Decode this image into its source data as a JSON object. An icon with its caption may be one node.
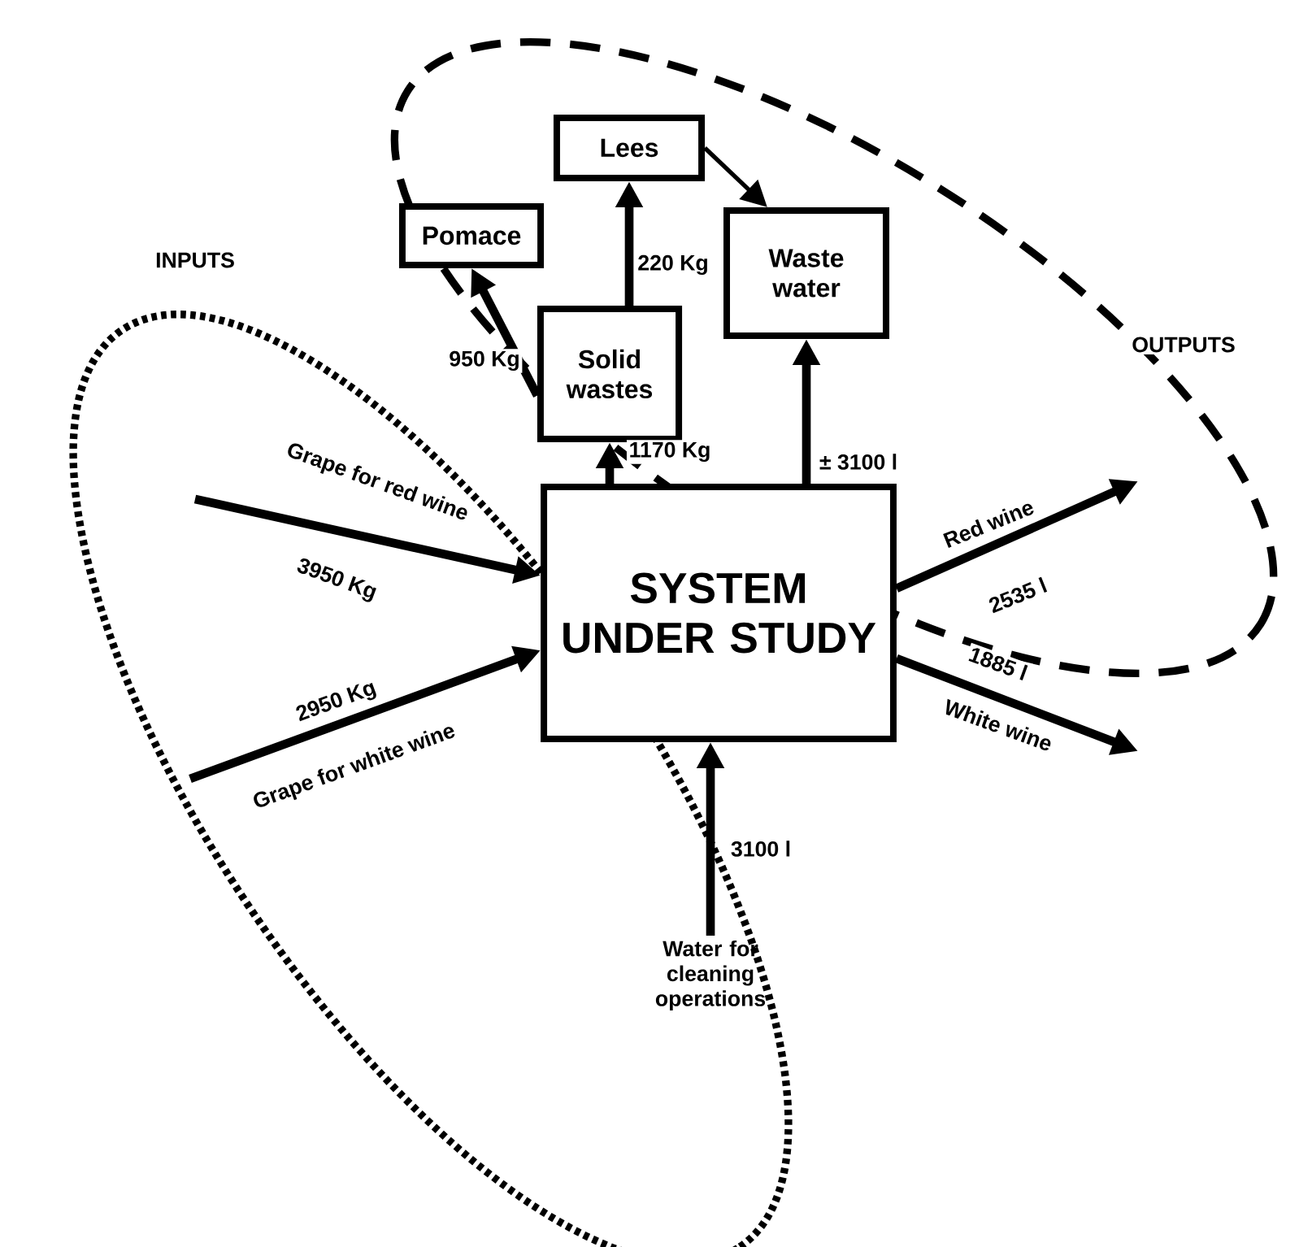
{
  "diagram": {
    "nodes": [
      {
        "text": [
          "SYSTEM UNDER STUDY"
        ]
      },
      {
        "text": [
          "Solid wastes"
        ]
      },
      {
        "text": [
          "Pomace"
        ]
      },
      {
        "text": [
          "Lees"
        ]
      },
      {
        "text": [
          "Waste water"
        ]
      },
      {
        "text": [
          "Water for cleaning operations"
        ]
      }
    ],
    "edges": [
      {
        "from": null,
        "to": 0,
        "arrow": "to",
        "label": "Grape for red wine"
      },
      {
        "from": null,
        "to": 0,
        "arrow": "to",
        "label": "Grape for white wine"
      },
      {
        "from": 5,
        "to": 0,
        "arrow": "to",
        "label": "3100 l"
      },
      {
        "from": 0,
        "to": 1,
        "arrow": "to",
        "label": "1170 Kg"
      },
      {
        "from": 0,
        "to": 4,
        "arrow": "to",
        "label": "± 3100 l"
      },
      {
        "from": 0,
        "to": null,
        "arrow": "to",
        "label": "Red wine"
      },
      {
        "from": 0,
        "to": null,
        "arrow": "to",
        "label": "White wine"
      },
      {
        "from": 1,
        "to": 2,
        "arrow": "to",
        "label": "950 Kg"
      },
      {
        "from": 1,
        "to": 3,
        "arrow": "to",
        "label": "220 Kg"
      },
      {
        "from": 3,
        "to": 4,
        "arrow": "to"
      }
    ],
    "labels": [
      "INPUTS",
      "OUTPUTS",
      "3950 Kg",
      "2950 Kg",
      "2535 l",
      "1885 l"
    ]
  }
}
